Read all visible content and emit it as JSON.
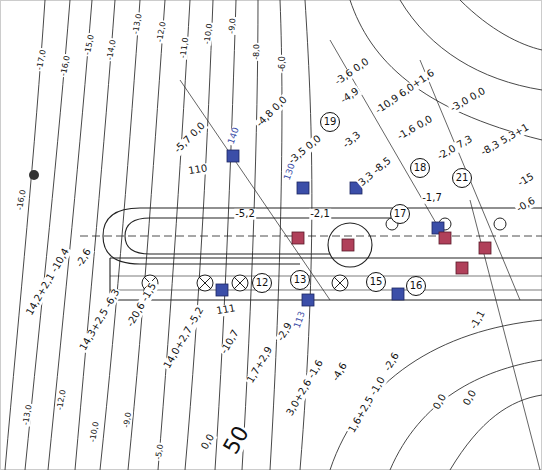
{
  "diagram": {
    "nodes": [
      {
        "text": [
          "19"
        ]
      },
      {
        "text": [
          "21"
        ]
      },
      {
        "text": [
          "18"
        ]
      },
      {
        "text": [
          "17"
        ]
      },
      {
        "text": [
          "12"
        ]
      },
      {
        "text": [
          "13"
        ]
      },
      {
        "text": [
          "15"
        ]
      },
      {
        "text": [
          "16"
        ]
      }
    ],
    "labels": [
      "-17,0",
      "-16,0",
      "-15,0",
      "-14,0",
      "-13,0",
      "-12,0",
      "-11,0",
      "-10,0",
      "-9,0",
      "-8,0",
      "-6,0",
      "-16,0",
      "-13,0",
      "-12,0",
      "-10,0",
      "-9,0",
      "-5,0",
      "-3,6 0,0",
      "-4,9",
      "-10,9 6,0+1,6",
      "-4,8 0,0",
      "-3,0 0,0",
      "-8,3 5,3+1",
      "-1,6 0,0",
      "-5,7 0,0",
      "-3,5 0,0",
      "-3,3",
      "3,3 -8,5",
      "-2,0 7,3",
      "-1,7",
      "-15",
      "-0,6",
      "-5,2",
      "-2,1",
      "14,2+2,1 -10,4",
      "-2,6",
      "14,3+2,5 -6,3",
      "-20,6 -1,5",
      "14,0+2,7 -5,2",
      "-10,7",
      "-2,9",
      "1,7+2,9",
      "3,0+2,6 -1,6",
      "-4,6",
      "1,6+2,5 -1,0",
      "-2,6",
      "-1,1",
      "0,0",
      "0,0",
      "0,0",
      "50",
      "110",
      "111",
      "140",
      "130",
      "113"
    ]
  }
}
